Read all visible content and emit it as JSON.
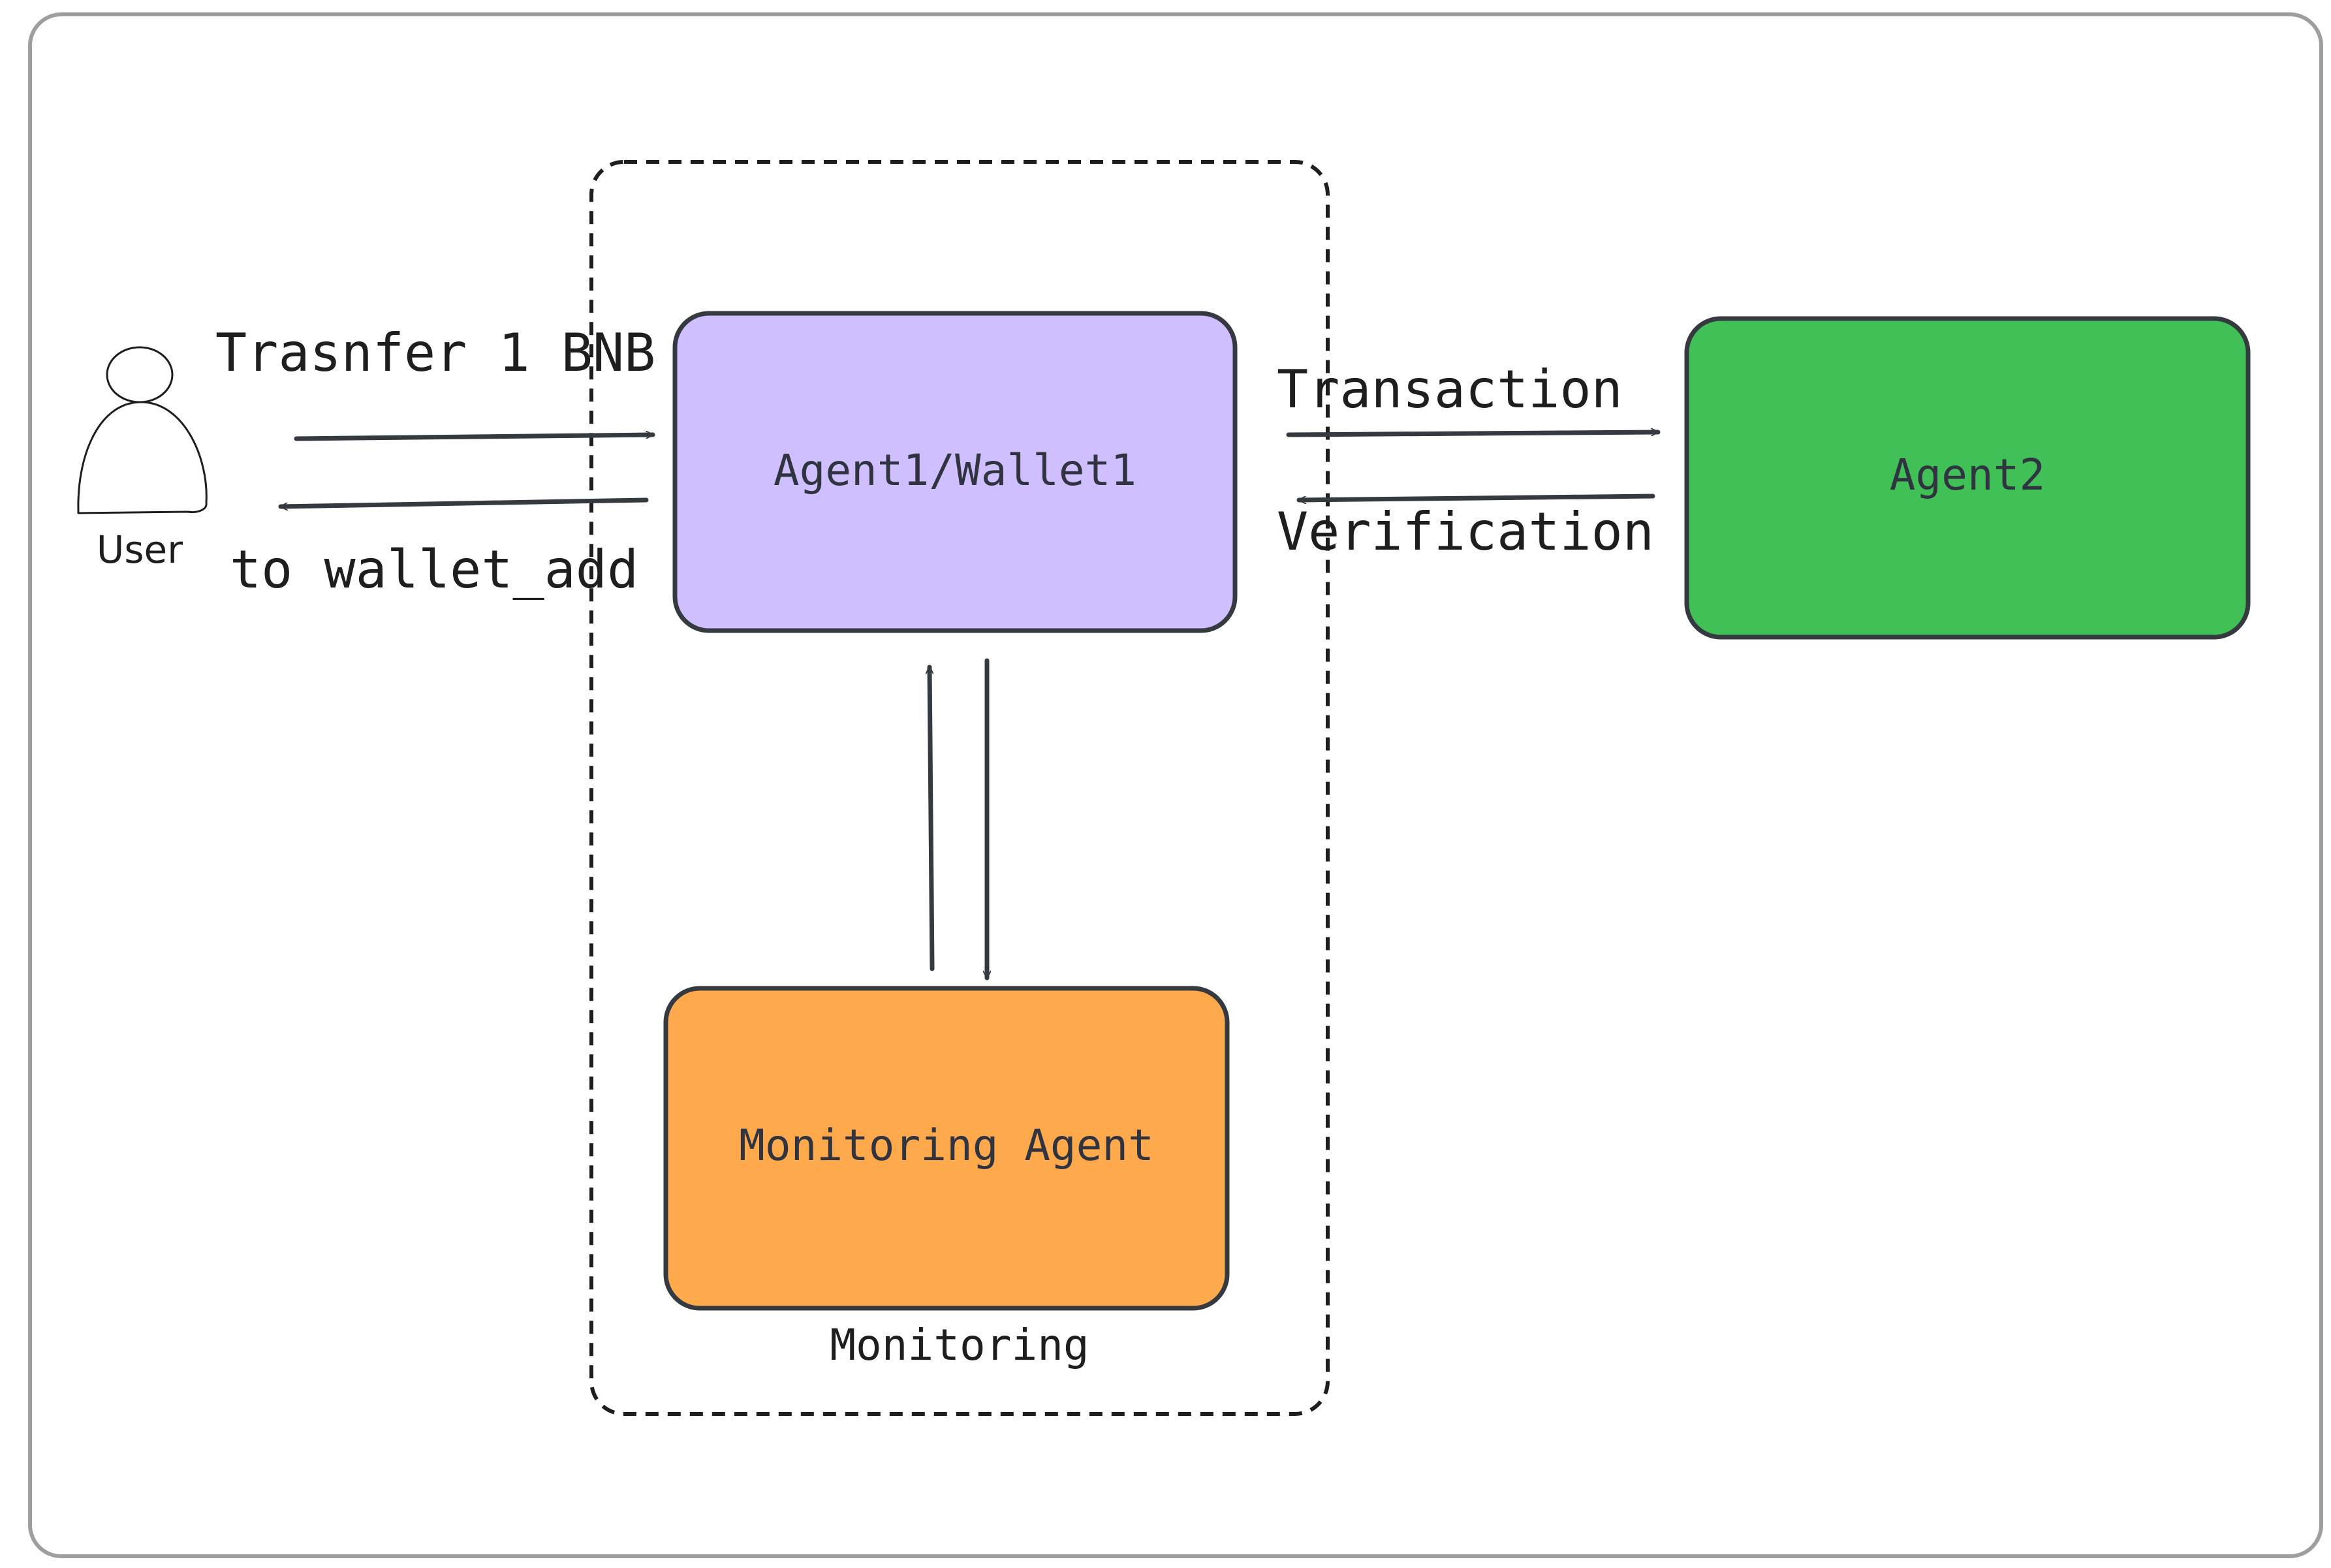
{
  "diagram": {
    "nodes": {
      "user": {
        "label": "User"
      },
      "agent1": {
        "label": "Agent1/Wallet1",
        "fill": "#d0bfff"
      },
      "agent2": {
        "label": "Agent2",
        "fill": "#40c057"
      },
      "monitoring_agent": {
        "label": "Monitoring Agent",
        "fill": "#ffa94d"
      }
    },
    "group": {
      "label": "Monitoring"
    },
    "edges": {
      "transfer": {
        "label": "Trasnfer 1 BNB"
      },
      "wallet_add": {
        "label": "to wallet_add"
      },
      "transaction": {
        "label": "Transaction"
      },
      "verification": {
        "label": "Verification"
      }
    },
    "colors": {
      "stroke": "#343a40",
      "frame": "#9e9e9e",
      "text": "#1e1e1e"
    }
  }
}
